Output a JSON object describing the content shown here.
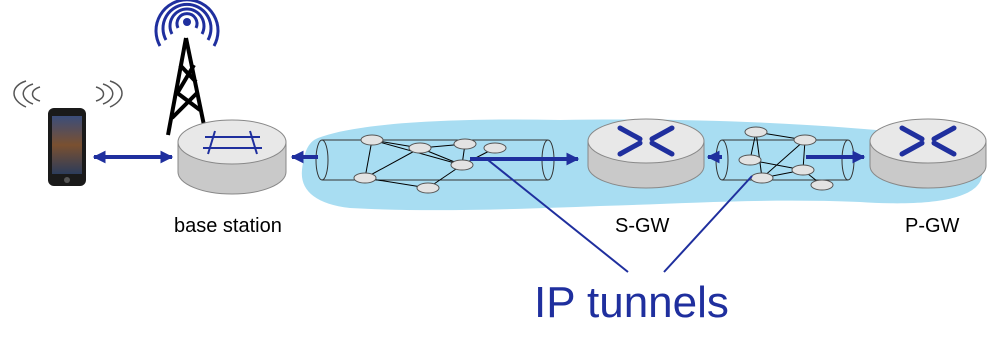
{
  "labels": {
    "base_station": "base station",
    "sgw": "S-GW",
    "pgw": "P-GW",
    "tunnels": "IP tunnels"
  },
  "colors": {
    "tunnel_highlight": "#a8ddf2",
    "arrow": "#1f2f9e",
    "router_body": "#d9d9d9",
    "callout_text": "#1f2f9e"
  },
  "icons": [
    "smartphone-icon",
    "radio-waves-icon",
    "antenna-tower-icon",
    "base-station-icon",
    "router-icon"
  ]
}
